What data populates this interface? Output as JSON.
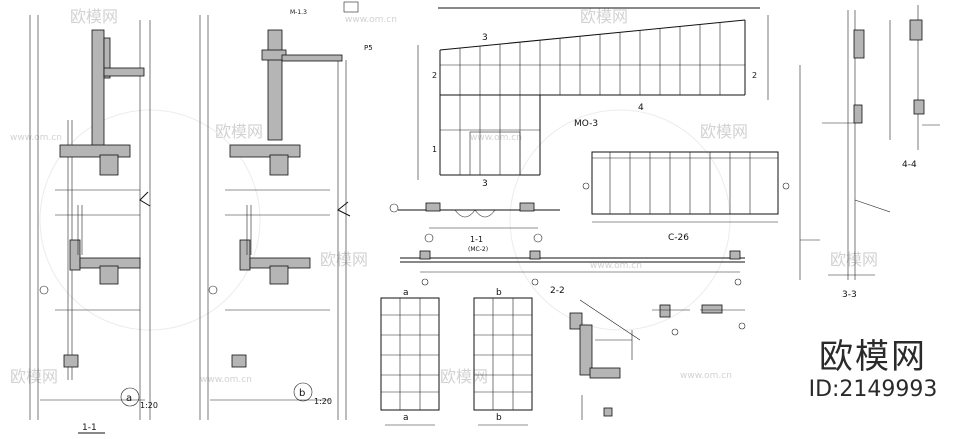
{
  "watermark": {
    "brand_text": "欧模网",
    "site_text": "www.om.cn",
    "id_text": "ID:2149993"
  },
  "sections": {
    "left_section": "1-1",
    "mid_section_marker": "b",
    "left_marker": "a",
    "left_scale": "1:20",
    "mid_scale": "1:20",
    "mo_label": "MO-3",
    "c26_label": "C-26",
    "plan_label": "1-1",
    "plan_sub": "(MC-2)",
    "section_22": "2-2",
    "section_33": "3-3",
    "section_44": "4-4",
    "panel_a": "a",
    "panel_b": "b",
    "num_3": "3",
    "num_4": "4",
    "num_2": "2",
    "num_1": "1",
    "p5": "P5",
    "m13": "M-1.3"
  }
}
